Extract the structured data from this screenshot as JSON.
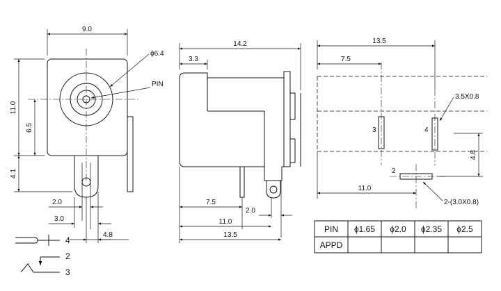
{
  "front_view": {
    "dims": {
      "width": "9.0",
      "height": "11.0",
      "center_h": "6.5",
      "pin_drop": "4.1",
      "pin_a": "2.0",
      "pin_b": "3.0",
      "pin_c": "4.8"
    },
    "callouts": {
      "diameter": "ϕ6.4",
      "pin": "PIN"
    }
  },
  "side_view": {
    "dims": {
      "length": "14.2",
      "front": "3.3",
      "a": "7.5",
      "b": "2.0",
      "c": "11.0",
      "d": "13.5"
    }
  },
  "footprint": {
    "dims": {
      "total": "13.5",
      "a": "7.5",
      "c": "11.0",
      "h": "4.8"
    },
    "slot_top": "3.5X0.8",
    "slot_bottom": "2-(3.0X0.8)",
    "pad_labels": [
      "3",
      "4",
      "2"
    ]
  },
  "legend": {
    "terminals": [
      "4",
      "2",
      "3"
    ]
  },
  "pin_table": {
    "row1": [
      "PIN",
      "ϕ1.65",
      "ϕ2.0",
      "ϕ2.35",
      "ϕ2.5"
    ],
    "row2": [
      "APPD",
      "",
      "",
      "",
      ""
    ]
  }
}
